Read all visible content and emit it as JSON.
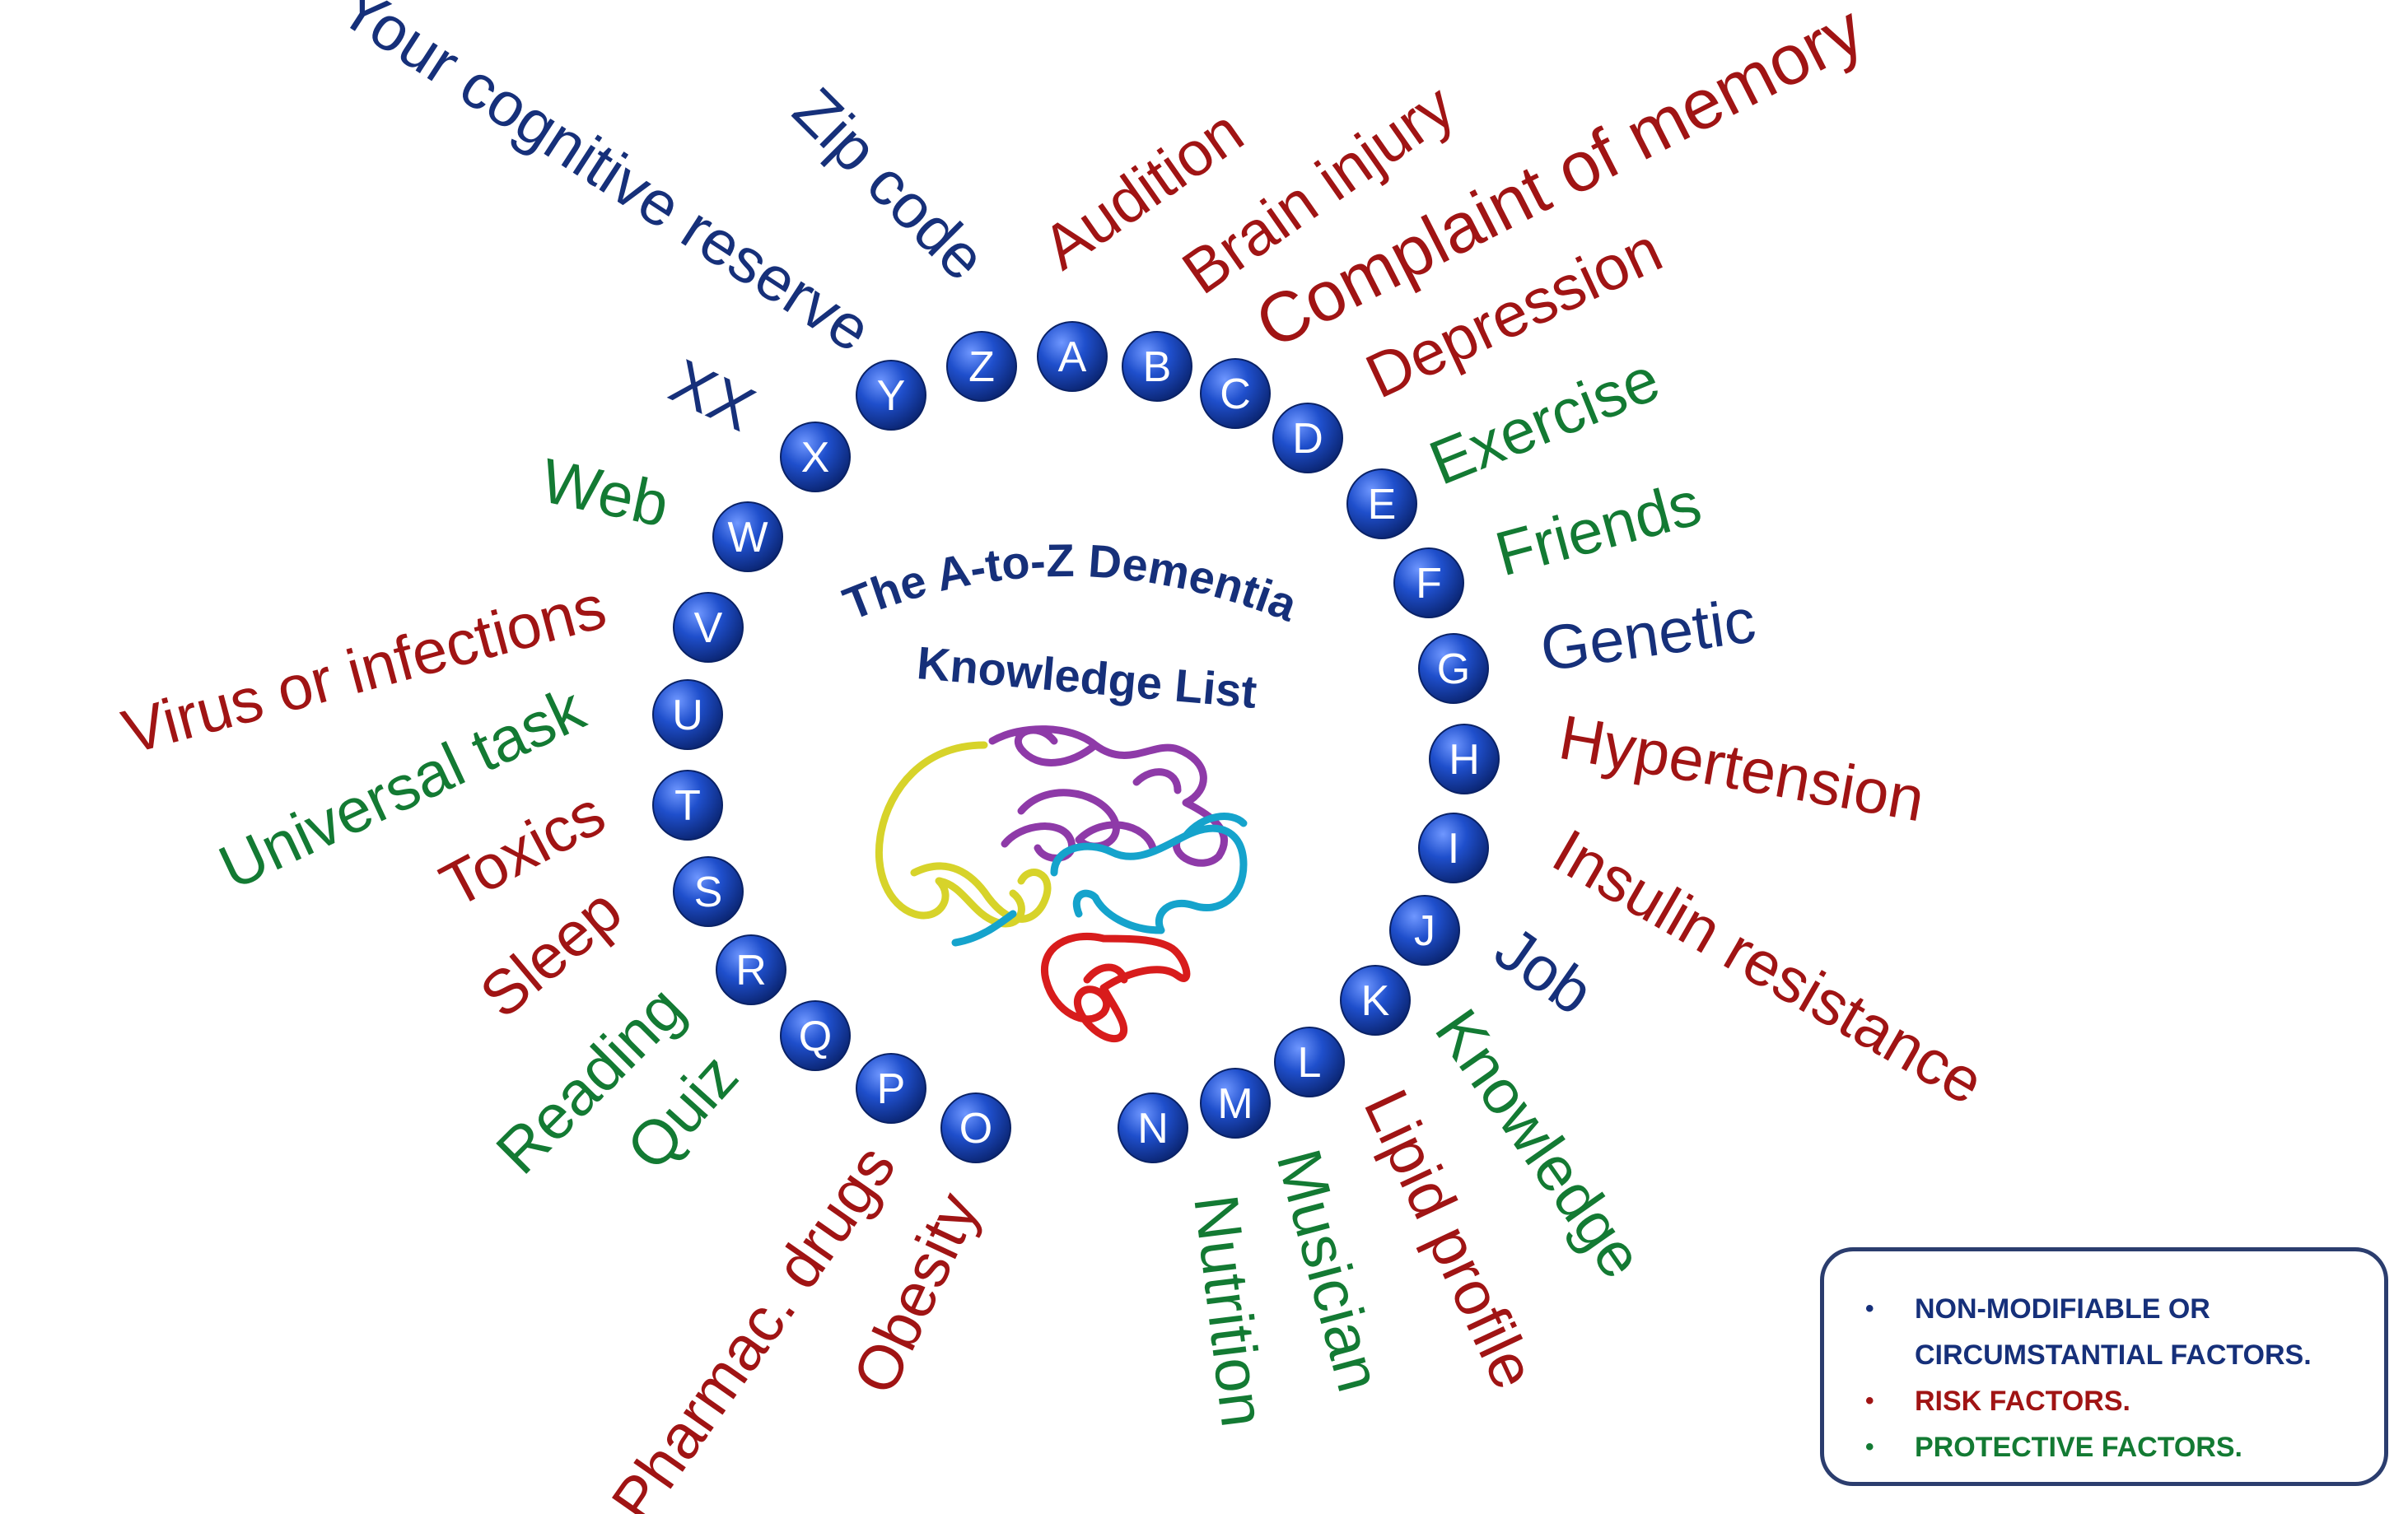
{
  "title": {
    "line1": "The A-to-Z Dementia",
    "line2": "Knowledge List"
  },
  "colors": {
    "nonmodifiable": "#16307a",
    "risk": "#a01414",
    "protective": "#137a33",
    "bead": "#1646b8",
    "title": "#16307a"
  },
  "letters": [
    {
      "letter": "A",
      "term": "Audition",
      "category": "risk"
    },
    {
      "letter": "B",
      "term": "Brain injury",
      "category": "risk"
    },
    {
      "letter": "C",
      "term": "Complaint of memory",
      "category": "risk"
    },
    {
      "letter": "D",
      "term": "Depression",
      "category": "risk"
    },
    {
      "letter": "E",
      "term": "Exercise",
      "category": "protective"
    },
    {
      "letter": "F",
      "term": "Friends",
      "category": "protective"
    },
    {
      "letter": "G",
      "term": "Genetic",
      "category": "nonmodifiable"
    },
    {
      "letter": "H",
      "term": "Hypertension",
      "category": "risk"
    },
    {
      "letter": "I",
      "term": "Insulin resistance",
      "category": "risk"
    },
    {
      "letter": "J",
      "term": "Job",
      "category": "nonmodifiable"
    },
    {
      "letter": "K",
      "term": "Knowledge",
      "category": "protective"
    },
    {
      "letter": "L",
      "term": "Lipid profile",
      "category": "risk"
    },
    {
      "letter": "M",
      "term": "Musician",
      "category": "protective"
    },
    {
      "letter": "N",
      "term": "Nutrition",
      "category": "protective"
    },
    {
      "letter": "O",
      "term": "Obesity",
      "category": "risk"
    },
    {
      "letter": "P",
      "term": "Pharmac. drugs",
      "category": "risk"
    },
    {
      "letter": "Q",
      "term": "Quiz",
      "category": "protective"
    },
    {
      "letter": "R",
      "term": "Reading",
      "category": "protective"
    },
    {
      "letter": "S",
      "term": "Sleep",
      "category": "risk"
    },
    {
      "letter": "T",
      "term": "Toxics",
      "category": "risk"
    },
    {
      "letter": "U",
      "term": "Universal task",
      "category": "protective"
    },
    {
      "letter": "V",
      "term": "Virus or infections",
      "category": "risk"
    },
    {
      "letter": "W",
      "term": "Web",
      "category": "protective"
    },
    {
      "letter": "X",
      "term": "XX",
      "category": "nonmodifiable"
    },
    {
      "letter": "Y",
      "term": "Your cognitive reserve",
      "category": "nonmodifiable"
    },
    {
      "letter": "Z",
      "term": "Zip code",
      "category": "nonmodifiable"
    }
  ],
  "legend": {
    "bullet": "•",
    "items": [
      {
        "line1": "NON-MODIFIABLE OR",
        "line2": "CIRCUMSTANTIAL FACTORS.",
        "category": "nonmodifiable"
      },
      {
        "line1": "RISK FACTORS.",
        "line2": "",
        "category": "risk"
      },
      {
        "line1": "PROTECTIVE FACTORS.",
        "line2": "",
        "category": "protective"
      }
    ]
  },
  "brain_colors": [
    "#d7d32a",
    "#8e3aa8",
    "#15a3cc",
    "#d81c1c"
  ]
}
